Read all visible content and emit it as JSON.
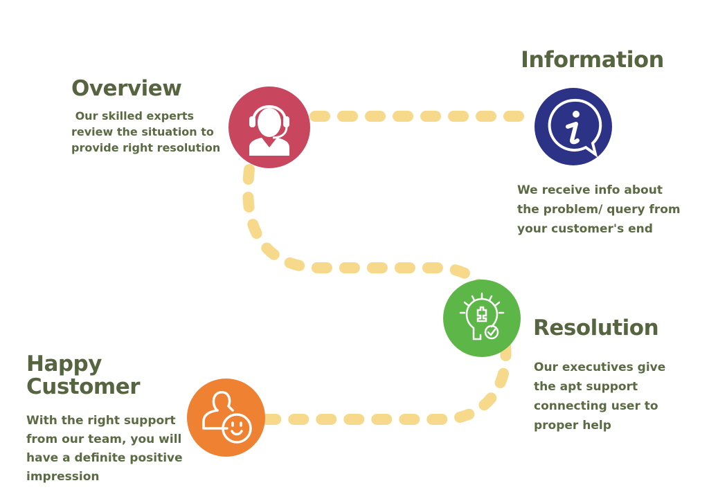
{
  "steps": [
    {
      "key": "overview",
      "title": "Overview",
      "description_lines": [
        " Our skilled experts",
        "review the situation to",
        "provide right resolution"
      ],
      "icon": "headset-agent-icon",
      "color": "#c8475f"
    },
    {
      "key": "information",
      "title": "Information",
      "description_lines": [
        "We receive info about",
        "the problem/ query from",
        "your customer's end"
      ],
      "icon": "info-speech-bubble-icon",
      "color": "#2c3285"
    },
    {
      "key": "resolution",
      "title": "Resolution",
      "description_lines": [
        "Our executives give",
        "the apt support",
        "connecting user to",
        "proper help"
      ],
      "icon": "lightbulb-puzzle-check-icon",
      "color": "#5db648"
    },
    {
      "key": "happy_customer",
      "title_lines": [
        "Happy",
        "Customer"
      ],
      "description_lines": [
        "With the right support",
        "from our team, you will",
        "have a definite positive",
        "impression"
      ],
      "icon": "user-smiley-icon",
      "color": "#ef8133"
    }
  ],
  "path_color": "#f7d98b",
  "text_color": "#56653f"
}
